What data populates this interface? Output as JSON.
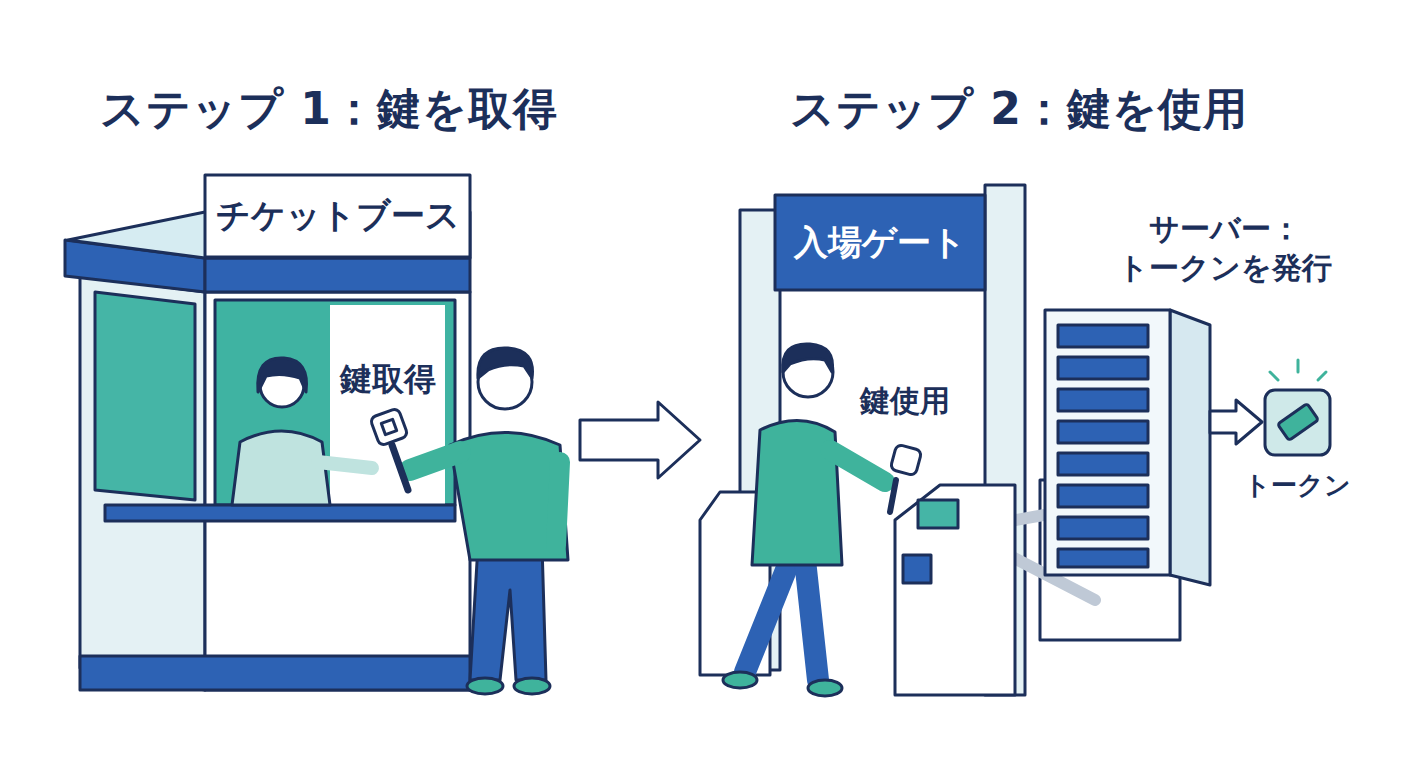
{
  "diagram": {
    "nodes": [
      {
        "text": [
          "チケットブース",
          "鍵取得"
        ]
      },
      {
        "text": [
          "入場ゲート",
          "鍵使用"
        ]
      },
      {
        "text": [
          "サーバー： トークンを発行"
        ]
      },
      {
        "text": [
          "トークン"
        ]
      }
    ],
    "edges": [
      {
        "from": 0,
        "to": 1,
        "arrow": "to"
      },
      {
        "from": 2,
        "to": 3,
        "arrow": "to"
      }
    ],
    "labels": [
      "ステップ 1：鍵を取得",
      "ステップ 2：鍵を使用"
    ]
  }
}
